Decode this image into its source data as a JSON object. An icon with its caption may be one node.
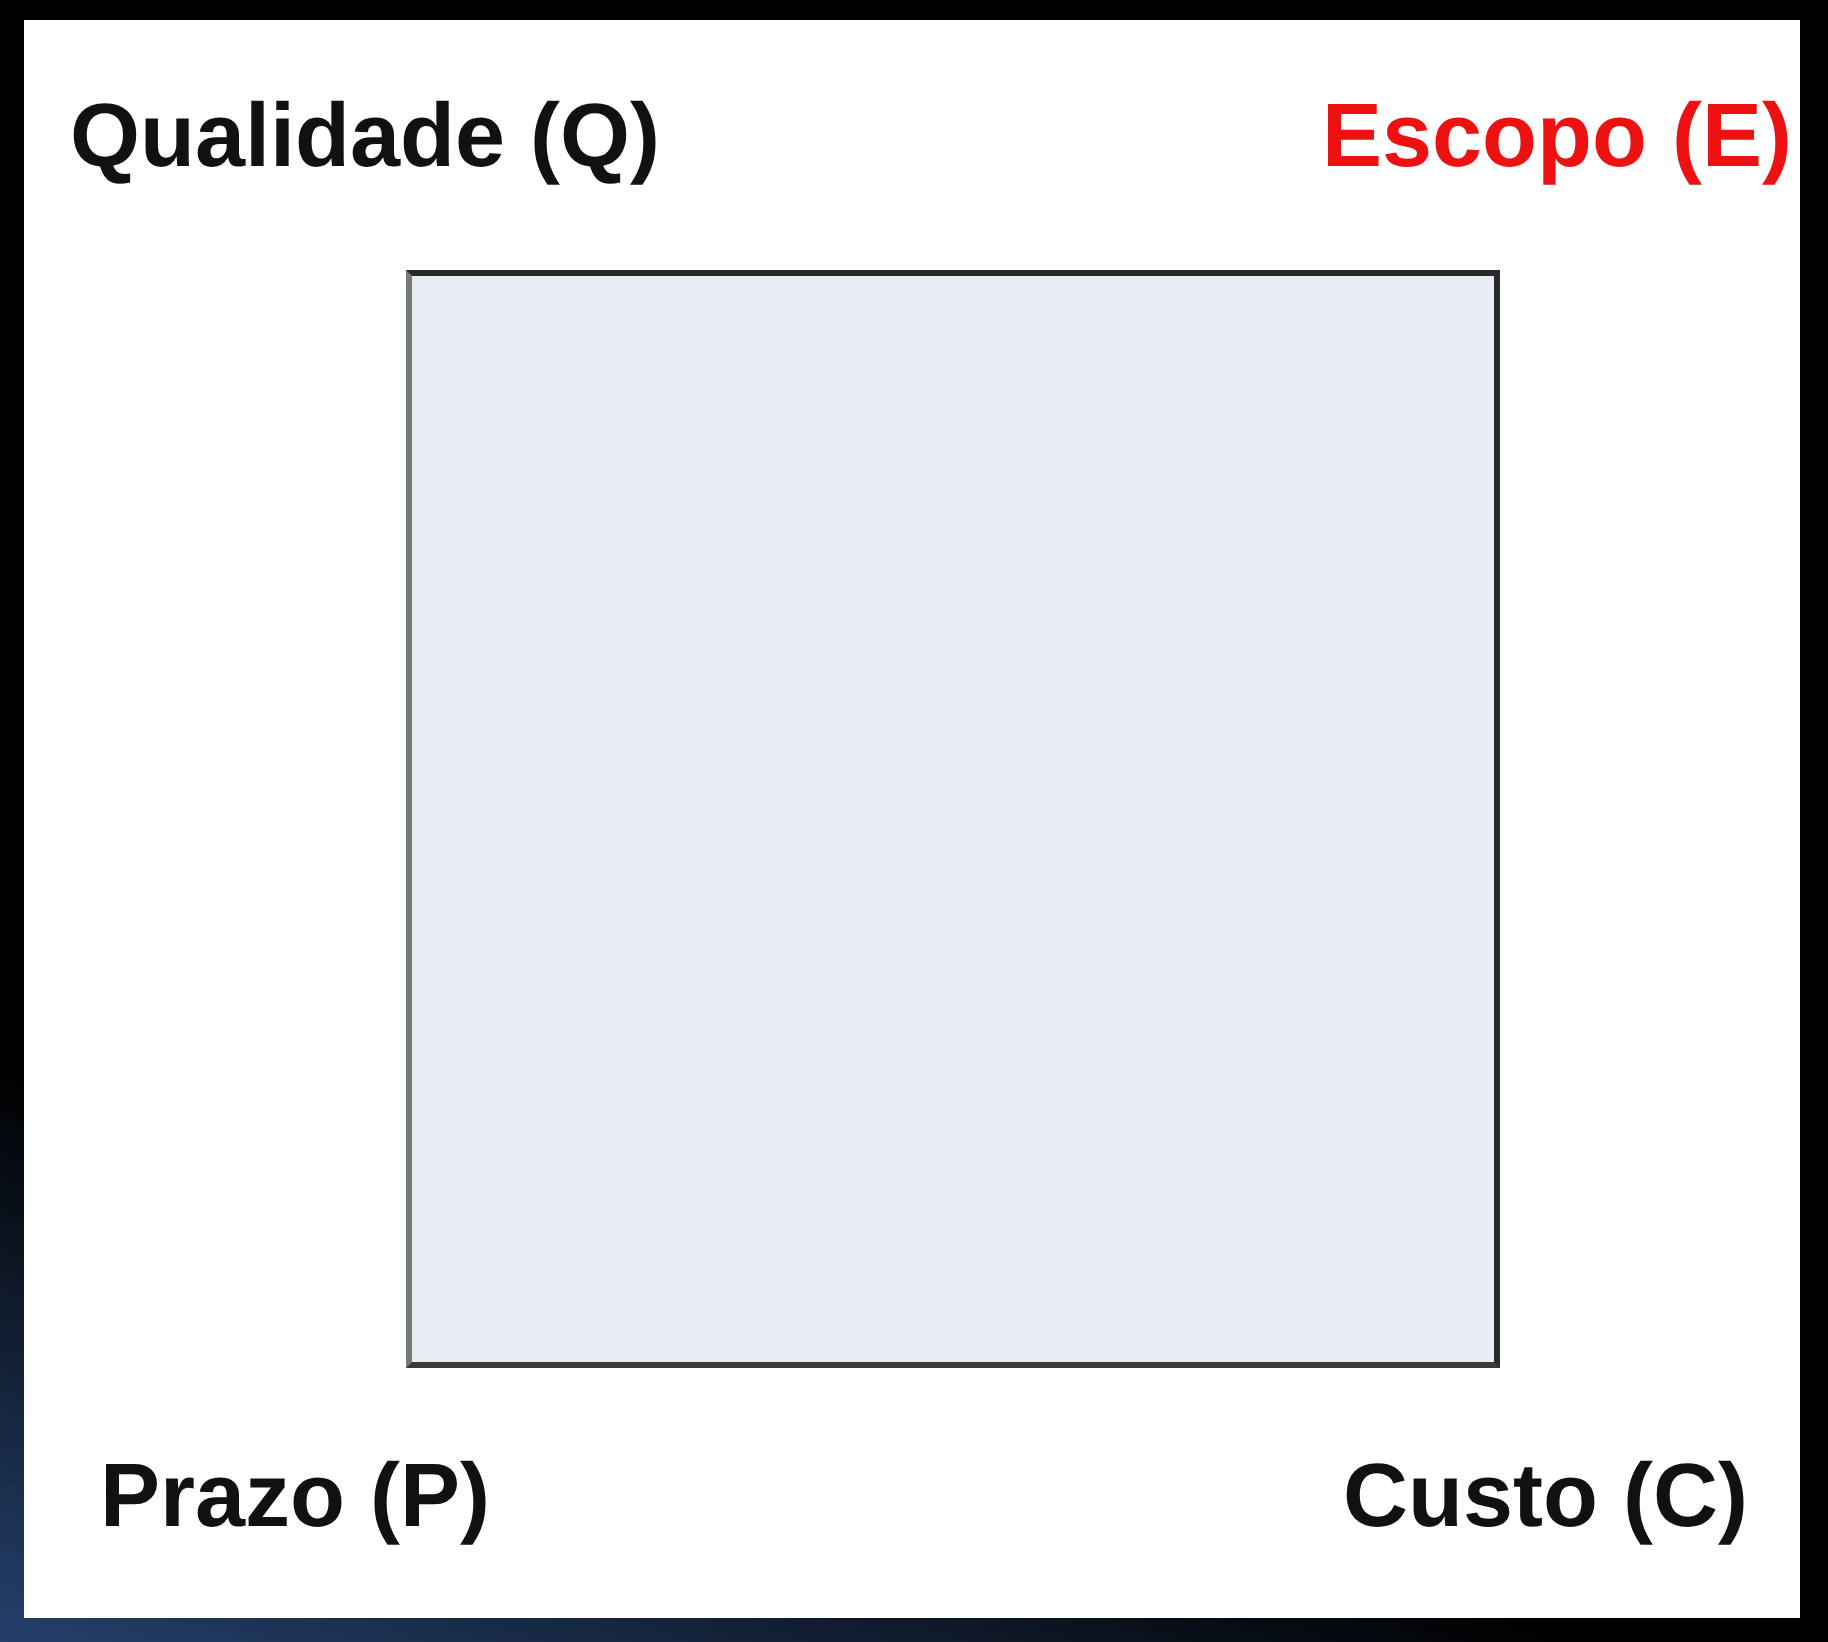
{
  "diagram": {
    "nodes": [
      {
        "text": [],
        "shape": "box",
        "beside": [
          "Qualidade (Q)",
          "Escopo (E)",
          "Prazo (P)",
          "Custo (C)"
        ]
      }
    ]
  }
}
